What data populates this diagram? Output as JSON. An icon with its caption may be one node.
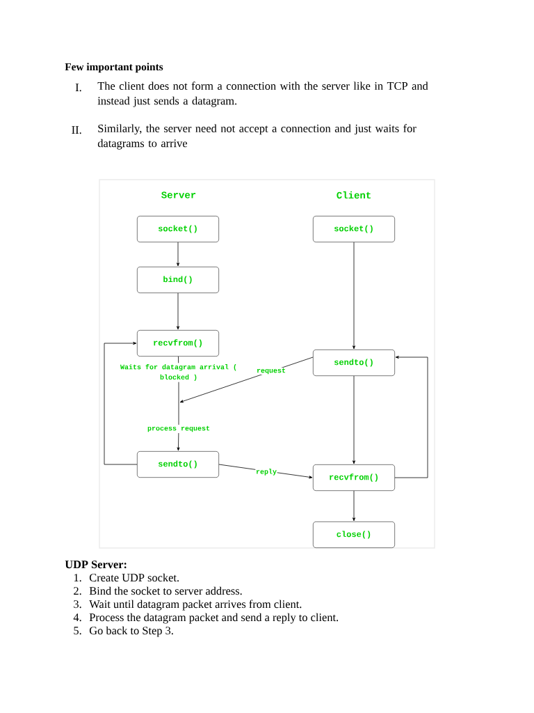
{
  "diagram": {
    "title": "Few important points",
    "nodes": [
      {
        "text": [
          "socket()"
        ]
      },
      {
        "text": [
          "socket()"
        ]
      },
      {
        "text": [
          "bind()"
        ]
      },
      {
        "text": [
          "recvfrom()"
        ]
      },
      {
        "text": [
          "sendto()"
        ]
      },
      {
        "text": [
          "Waits for datagram arrival ( blocked )"
        ]
      },
      {
        "text": [
          "process request"
        ]
      },
      {
        "text": [
          "sendto()"
        ]
      },
      {
        "text": [
          "recvfrom()"
        ]
      },
      {
        "text": [
          "close()"
        ]
      }
    ],
    "edges": [
      {
        "from": 0,
        "to": 2,
        "arrow": "to"
      },
      {
        "from": 1,
        "to": 4,
        "arrow": "to"
      },
      {
        "from": 2,
        "to": 3,
        "arrow": "to"
      },
      {
        "from": 3,
        "to": 5,
        "arrow": "none"
      },
      {
        "from": 5,
        "to": 6,
        "arrow": "none"
      },
      {
        "from": 4,
        "to": null,
        "arrow": "to",
        "label": "request"
      },
      {
        "from": 6,
        "to": 7,
        "arrow": "to"
      },
      {
        "from": 7,
        "to": 3,
        "arrow": "to"
      },
      {
        "from": 4,
        "to": 8,
        "arrow": "to"
      },
      {
        "from": 7,
        "to": 8,
        "arrow": "to",
        "label": "reply"
      },
      {
        "from": 8,
        "to": 4,
        "arrow": "to"
      },
      {
        "from": 8,
        "to": 9,
        "arrow": "to"
      }
    ],
    "labels": [
      "I.",
      "The client does not form a connection with the server like in TCP and instead just sends a datagram.",
      "II.",
      "Similarly, the server need not accept a connection and just waits for datagrams to arrive",
      "Server",
      "Client",
      "UDP Server:",
      "1.",
      "Create UDP socket.",
      "2.",
      "Bind the socket to server address.",
      "3.",
      "Wait until datagram packet arrives from client.",
      "4.",
      "Process the datagram packet and send a reply to client.",
      "5.",
      "Go back to Step 3."
    ]
  }
}
